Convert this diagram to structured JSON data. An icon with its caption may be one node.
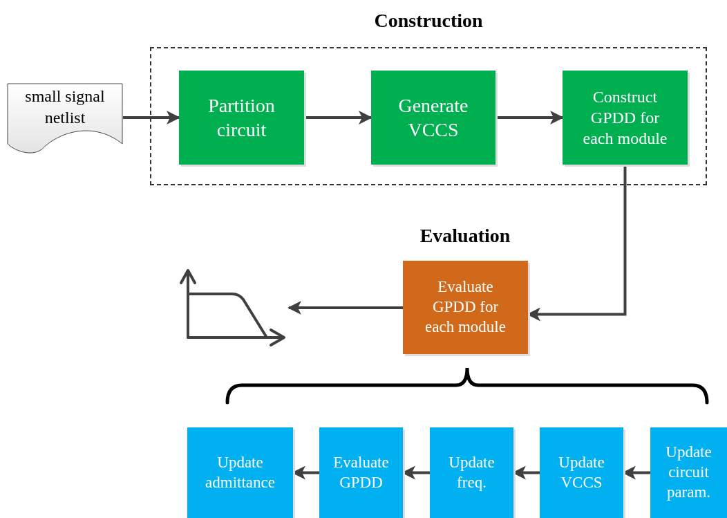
{
  "diagram": {
    "nodes": [
      {
        "text": [
          "Construction"
        ]
      },
      {
        "text": [
          "small signal netlist"
        ]
      },
      {
        "text": [
          "Partition circuit"
        ],
        "in": 0
      },
      {
        "text": [
          "Generate VCCS"
        ],
        "in": 0
      },
      {
        "text": [
          "Construct GPDD for each module"
        ],
        "in": 0
      },
      {
        "text": [
          "Evaluate GPDD for each module"
        ]
      },
      {
        "text": [],
        "shape": "picture"
      },
      {
        "text": [
          "Update admittance"
        ]
      },
      {
        "text": [
          "Evaluate GPDD"
        ]
      },
      {
        "text": [
          "Update freq."
        ]
      },
      {
        "text": [
          "Update VCCS"
        ]
      },
      {
        "text": [
          "Update circuit param."
        ]
      }
    ],
    "edges": [
      {
        "from": 1,
        "to": 2,
        "arrow": "to"
      },
      {
        "from": 2,
        "to": 3,
        "arrow": "to"
      },
      {
        "from": 3,
        "to": 4,
        "arrow": "to"
      },
      {
        "from": 4,
        "to": 5,
        "arrow": "to"
      },
      {
        "from": 5,
        "to": 6,
        "arrow": "to"
      },
      {
        "from": 11,
        "to": 10,
        "arrow": "to"
      },
      {
        "from": 10,
        "to": 9,
        "arrow": "to"
      },
      {
        "from": 9,
        "to": 8,
        "arrow": "to"
      },
      {
        "from": 8,
        "to": 7,
        "arrow": "to"
      }
    ],
    "labels": [
      "Evaluation"
    ]
  }
}
